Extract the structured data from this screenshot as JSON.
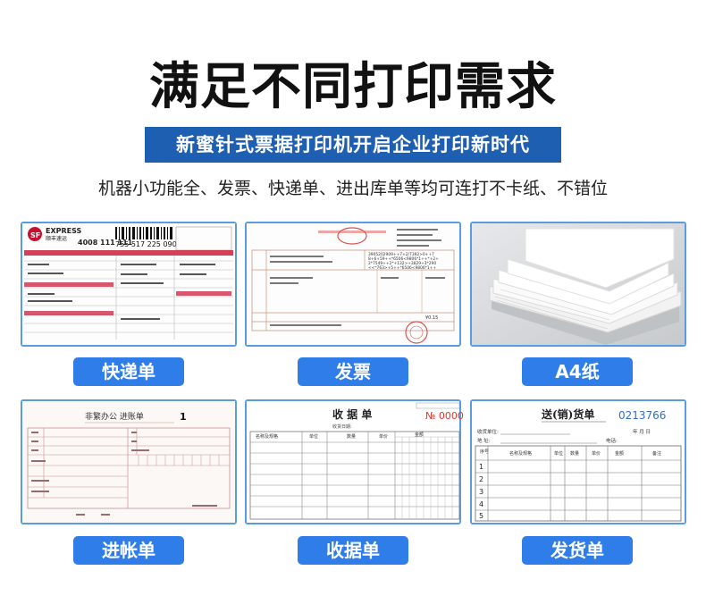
{
  "header": {
    "title": "满足不同打印需求",
    "banner": "新蜜针式票据打印机开启企业打印新时代",
    "subtitle": "机器小功能全、发票、快递单、进出库单等均可连打不卡纸、不错位"
  },
  "cards": [
    {
      "label": "快递单",
      "brand": "EXPRESS",
      "brand_cn": "顺丰速运",
      "hotline": "4008 111 111",
      "tracking": "755 517 225 090"
    },
    {
      "label": "发票",
      "amount": "¥0.15",
      "code1": "3905202909++7+2/7392>0++7",
      "code2": "8+6+59++*6506<9806*1++*+2+",
      "code3": "2*7549++2*+132>+3829+3*290",
      "code4": "<<*763>+5++*6506<9806*1++"
    },
    {
      "label": "A4纸"
    },
    {
      "label": "进帐单",
      "doc_title": "非繁办公 进账单",
      "doc_no": "1"
    },
    {
      "label": "收据单",
      "doc_title": "收 据 单",
      "doc_no": "№ 0000",
      "date_label": "收货日期:",
      "col_name": "名称及规格",
      "col_unit": "单位",
      "col_qty": "数量",
      "col_price": "单价",
      "col_amount": "金额"
    },
    {
      "label": "发货单",
      "doc_title": "送(销)货单",
      "doc_no": "0213766",
      "unit_label": "收货单位:",
      "date_label": "年    月    日",
      "addr_label": "地    址:",
      "phone_label": "电话:",
      "col_seq": "序号",
      "col_name": "名称及规格",
      "col_unit": "单位",
      "col_qty": "数量",
      "col_price": "单价",
      "col_amount": "金额",
      "col_note": "备注",
      "rows": [
        "1",
        "2",
        "3",
        "4",
        "5"
      ]
    }
  ],
  "colors": {
    "banner": "#1f5fb1",
    "label": "#2f7de8",
    "card_border": "#5b9be0",
    "sf_red": "#c8102e",
    "invoice_stamp": "#d9534f",
    "receipt_red": "#e03a2e",
    "ship_blue": "#2f6fd0"
  }
}
